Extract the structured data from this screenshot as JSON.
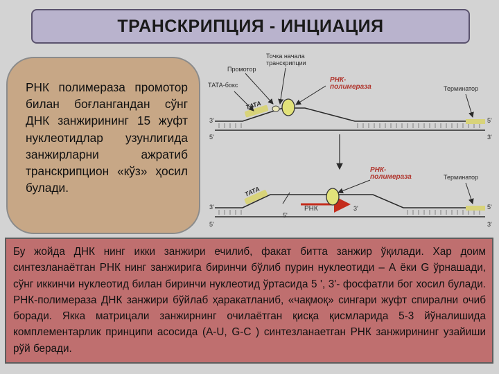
{
  "title": "ТРАНСКРИПЦИЯ - ИНЦИАЦИЯ",
  "left_text": "РНК полимераза промотор билан боғлангандан сўнг ДНК занжирининг 15 жуфт нуклеотидлар узунлигида занжирларни ажратиб транскрипцион «кўз» ҳосил булади.",
  "bottom_text": "Бу жойда ДНК нинг икки занжири ечилиб, факат битта занжир ўқилади. Хар доим синтезланаётган РНК нинг занжирига биринчи бўлиб пурин нуклеотиди – А ёки G ўрнашади, сўнг иккинчи нуклеотид билан биринчи нуклеотид ўртасида 5 ', 3'- фосфатли бог хосил булади. РНК-полимераза ДНК занжири бўйлаб ҳаракатланиб, «чақмоқ» сингари жуфт спирални очиб боради. Якка матрицали занжирнинг очилаётган қисқа қисмларида 5-3 йўналишида комплементарлик принципи асосида (A-U, G-C ) синтезланаетган РНК занжирининг узайиши рўй беради.",
  "diagram": {
    "top": {
      "label_promoter": "Промотор",
      "label_tata_box": "ТАТА-бокс",
      "label_start_point_1": "Точка начала",
      "label_start_point_2": "транскрипции",
      "label_rna_pol_1": "РНК-",
      "label_rna_pol_2": "полимераза",
      "label_terminator": "Терминатор",
      "tata": "ТАТА",
      "end_3_left": "3'",
      "end_5_left": "5'",
      "end_5_right": "5'",
      "end_3_right": "3'"
    },
    "bottom": {
      "label_rna_pol_1": "РНК-",
      "label_rna_pol_2": "полимераза",
      "label_terminator": "Терминатор",
      "tata": "ТАТА",
      "rna": "РНК",
      "rna_3": "3'",
      "rna_5": "5'",
      "end_3_left": "3'",
      "end_5_left": "5'",
      "end_5_right": "5'",
      "end_3_right": "3'"
    },
    "colors": {
      "strand": "#2a2a2a",
      "tata": "#d8d37a",
      "polymerase": "#e2e27a",
      "rna_arrow": "#c42c1c",
      "rna_pol_label": "#b0342c"
    }
  }
}
